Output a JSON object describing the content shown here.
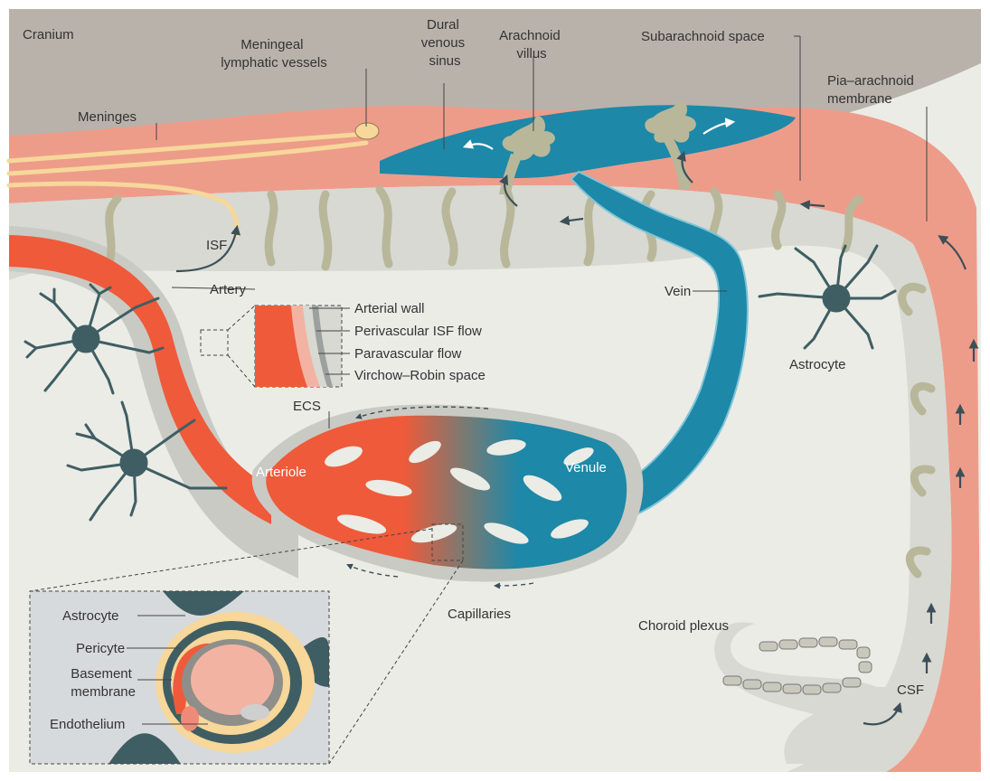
{
  "labels": {
    "cranium": "Cranium",
    "meningeal_lymphatic_vessels": [
      "Meningeal",
      "lymphatic vessels"
    ],
    "dural_venous_sinus": [
      "Dural",
      "venous",
      "sinus"
    ],
    "arachnoid_villus": [
      "Arachnoid",
      "villus"
    ],
    "subarachnoid_space": "Subarachnoid space",
    "pia_arachnoid_membrane": [
      "Pia–arachnoid",
      "membrane"
    ],
    "meninges": "Meninges",
    "isf": "ISF",
    "artery": "Artery",
    "vein": "Vein",
    "arterial_wall": "Arterial wall",
    "perivascular_isf_flow": "Perivascular ISF flow",
    "paravascular_flow": "Paravascular flow",
    "virchow_robin_space": "Virchow–Robin space",
    "ecs": "ECS",
    "arteriole": "Arteriole",
    "venule": "Venule",
    "astrocyte_right": "Astrocyte",
    "capillaries": "Capillaries",
    "choroid_plexus": "Choroid plexus",
    "csf": "CSF",
    "inset_astrocyte": "Astrocyte",
    "inset_pericyte": "Pericyte",
    "inset_basement_membrane": [
      "Basement",
      "membrane"
    ],
    "inset_endothelium": "Endothelium"
  },
  "colors": {
    "cranium": "#b9b2ab",
    "meninges": "#ee9c8a",
    "csf_space": "#d7d9d2",
    "brain": "#ebece6",
    "artery": "#ef5a3a",
    "vein": "#1d88a8",
    "astrocyte": "#3f5e63",
    "trabeculae": "#b8b79a",
    "lymphatic": "#f7d79a"
  }
}
